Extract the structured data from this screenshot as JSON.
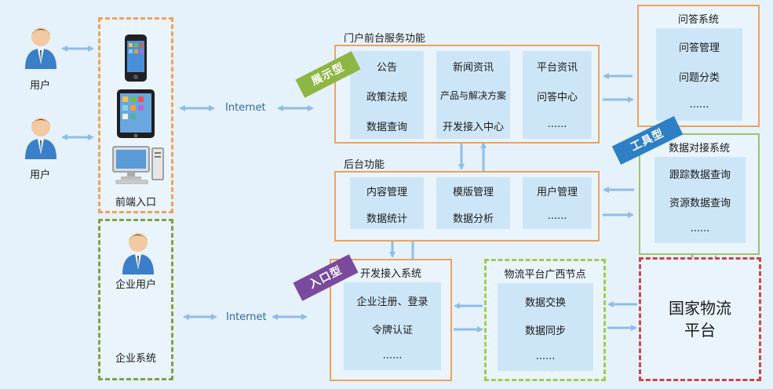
{
  "users": {
    "user1": "用户",
    "user2": "用户",
    "enterprise_user": "企业用户",
    "enterprise_system": "企业系统"
  },
  "frontend": {
    "label": "前端入口"
  },
  "internet": {
    "top": "Internet",
    "bottom": "Internet"
  },
  "portal": {
    "title": "门户前台服务功能",
    "col1": [
      "公告",
      "政策法规",
      "数据查询"
    ],
    "col2": [
      "新闻资讯",
      "产品与解决方案",
      "开发接入中心"
    ],
    "col3": [
      "平台资讯",
      "问答中心",
      "......"
    ]
  },
  "backend": {
    "title": "后台功能",
    "col1": [
      "内容管理",
      "数据统计"
    ],
    "col2": [
      "模版管理",
      "数据分析"
    ],
    "col3": [
      "用户管理",
      "......"
    ]
  },
  "qa": {
    "title": "问答系统",
    "items": [
      "问答管理",
      "问题分类",
      "......"
    ]
  },
  "data_dock": {
    "title": "数据对接系统",
    "items": [
      "跟踪数据查询",
      "资源数据查询",
      "......"
    ]
  },
  "dev_access": {
    "title": "开发接入系统",
    "items": [
      "企业注册、登录",
      "令牌认证",
      "......"
    ]
  },
  "logistics_node": {
    "title": "物流平台广西节点",
    "items": [
      "数据交换",
      "数据同步",
      "......"
    ]
  },
  "national": {
    "line1": "国家物流",
    "line2": "平台"
  },
  "ribbons": {
    "display": "展示型",
    "tool": "工具型",
    "entry": "入口型"
  },
  "colors": {
    "orange": "#f0a15d",
    "green": "#9cc46a",
    "red": "#c8464b",
    "arrow": "#8fbde6",
    "ribbon_green": "#8db643",
    "ribbon_blue": "#2e7fc4",
    "ribbon_purple": "#7a4a9e"
  }
}
